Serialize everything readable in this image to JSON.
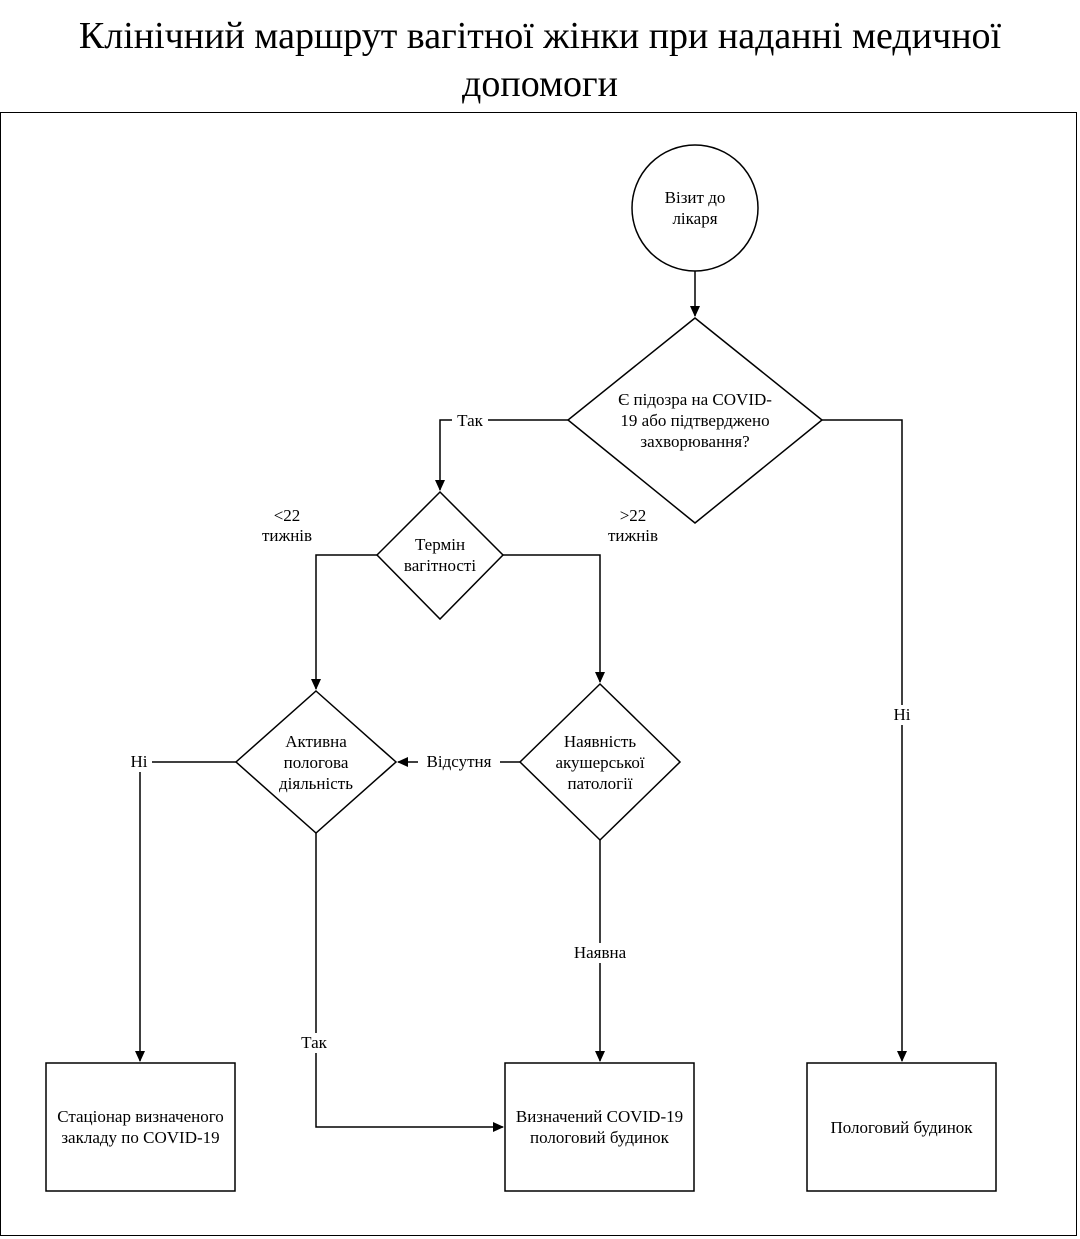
{
  "title": "Клінічний маршрут вагітної жінки при наданні медичної допомоги",
  "nodes": {
    "start": "Візит до лікаря",
    "covid_check": "Є підозра на COVID-19 або підтверджено захворювання?",
    "term": "Термін вагітності",
    "active_labor": "Активна пологова діяльність",
    "obstetric": "Наявність акушерської патології",
    "hospital_covid": "Стаціонар визначеного закладу по COVID-19",
    "covid_maternity": "Визначений COVID-19 пологовий будинок",
    "maternity": "Пологовий будинок"
  },
  "edges": {
    "yes_covid": "Так",
    "no_covid": "Ні",
    "lt22": "<22 тижнів",
    "gt22": ">22 тижнів",
    "absent": "Відсутня",
    "present": "Наявна",
    "no_labor": "Ні",
    "yes_labor": "Так"
  }
}
